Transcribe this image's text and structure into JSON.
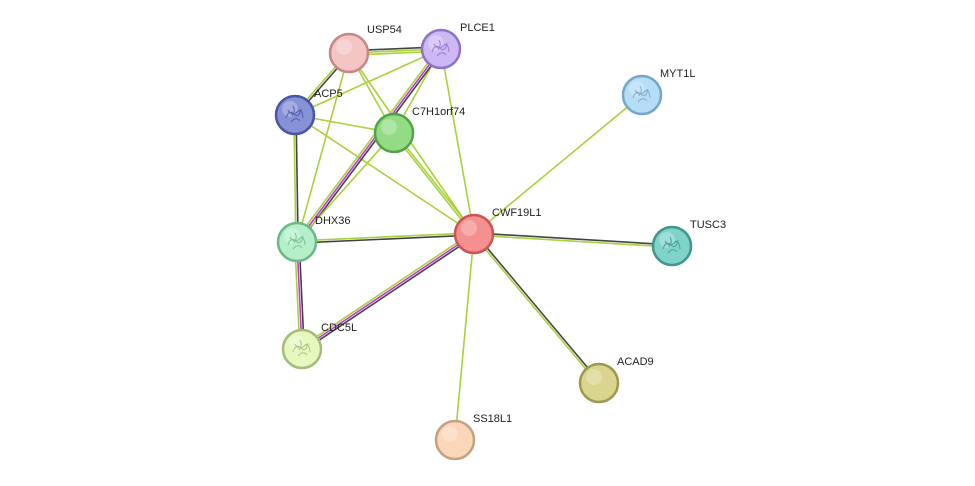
{
  "nodes": [
    {
      "id": "CWF19L1",
      "label": "CWF19L1",
      "fill": "#f4908f",
      "stroke": "#c85554",
      "structure": false
    },
    {
      "id": "USP54",
      "label": "USP54",
      "fill": "#f5c4c4",
      "stroke": "#c68787",
      "structure": false
    },
    {
      "id": "PLCE1",
      "label": "PLCE1",
      "fill": "#cdb8f5",
      "stroke": "#8e73c6",
      "structure": true
    },
    {
      "id": "ACP5",
      "label": "ACP5",
      "fill": "#8791d6",
      "stroke": "#4a55a3",
      "structure": true
    },
    {
      "id": "C7H1orf74",
      "label": "C7H1orf74",
      "fill": "#93dc85",
      "stroke": "#52a345",
      "structure": false
    },
    {
      "id": "MYT1L",
      "label": "MYT1L",
      "fill": "#b5ddf5",
      "stroke": "#75a6c6",
      "structure": true
    },
    {
      "id": "DHX36",
      "label": "DHX36",
      "fill": "#b5efc9",
      "stroke": "#6cb987",
      "structure": true
    },
    {
      "id": "TUSC3",
      "label": "TUSC3",
      "fill": "#7fd3c9",
      "stroke": "#3f968c",
      "structure": true
    },
    {
      "id": "CDC5L",
      "label": "CDC5L",
      "fill": "#e5f9bf",
      "stroke": "#a4bb7b",
      "structure": true
    },
    {
      "id": "ACAD9",
      "label": "ACAD9",
      "fill": "#d9d58e",
      "stroke": "#9c9850",
      "structure": false
    },
    {
      "id": "SS18L1",
      "label": "SS18L1",
      "fill": "#fbd7b9",
      "stroke": "#c5a183",
      "structure": false
    }
  ],
  "edges": [
    {
      "source": "CWF19L1",
      "target": "USP54",
      "colors": [
        "#a9d13c"
      ]
    },
    {
      "source": "CWF19L1",
      "target": "PLCE1",
      "colors": [
        "#a9d13c"
      ]
    },
    {
      "source": "CWF19L1",
      "target": "ACP5",
      "colors": [
        "#a9d13c"
      ]
    },
    {
      "source": "CWF19L1",
      "target": "C7H1orf74",
      "colors": [
        "#a9d13c",
        "#a9d13c"
      ]
    },
    {
      "source": "CWF19L1",
      "target": "MYT1L",
      "colors": [
        "#a9d13c"
      ]
    },
    {
      "source": "CWF19L1",
      "target": "DHX36",
      "colors": [
        "#444444",
        "#a9d13c"
      ]
    },
    {
      "source": "CWF19L1",
      "target": "TUSC3",
      "colors": [
        "#444444",
        "#a9d13c"
      ]
    },
    {
      "source": "CWF19L1",
      "target": "CDC5L",
      "colors": [
        "#444444",
        "#c13bd4",
        "#a9d13c"
      ]
    },
    {
      "source": "CWF19L1",
      "target": "ACAD9",
      "colors": [
        "#444444",
        "#a9d13c"
      ]
    },
    {
      "source": "CWF19L1",
      "target": "SS18L1",
      "colors": [
        "#a9d13c"
      ]
    },
    {
      "source": "USP54",
      "target": "PLCE1",
      "colors": [
        "#444444",
        "#a9d13c",
        "#a9d13c"
      ]
    },
    {
      "source": "USP54",
      "target": "ACP5",
      "colors": [
        "#444444",
        "#a9d13c"
      ]
    },
    {
      "source": "USP54",
      "target": "C7H1orf74",
      "colors": [
        "#a9d13c"
      ]
    },
    {
      "source": "USP54",
      "target": "DHX36",
      "colors": [
        "#a9d13c"
      ]
    },
    {
      "source": "PLCE1",
      "target": "ACP5",
      "colors": [
        "#a9d13c"
      ]
    },
    {
      "source": "PLCE1",
      "target": "C7H1orf74",
      "colors": [
        "#a9d13c"
      ]
    },
    {
      "source": "PLCE1",
      "target": "DHX36",
      "colors": [
        "#444444",
        "#c13bd4",
        "#a9d13c"
      ]
    },
    {
      "source": "ACP5",
      "target": "C7H1orf74",
      "colors": [
        "#a9d13c"
      ]
    },
    {
      "source": "ACP5",
      "target": "DHX36",
      "colors": [
        "#444444",
        "#a9d13c"
      ]
    },
    {
      "source": "C7H1orf74",
      "target": "DHX36",
      "colors": [
        "#a9d13c"
      ]
    },
    {
      "source": "DHX36",
      "target": "CDC5L",
      "colors": [
        "#444444",
        "#c13bd4",
        "#a9d13c"
      ]
    }
  ]
}
